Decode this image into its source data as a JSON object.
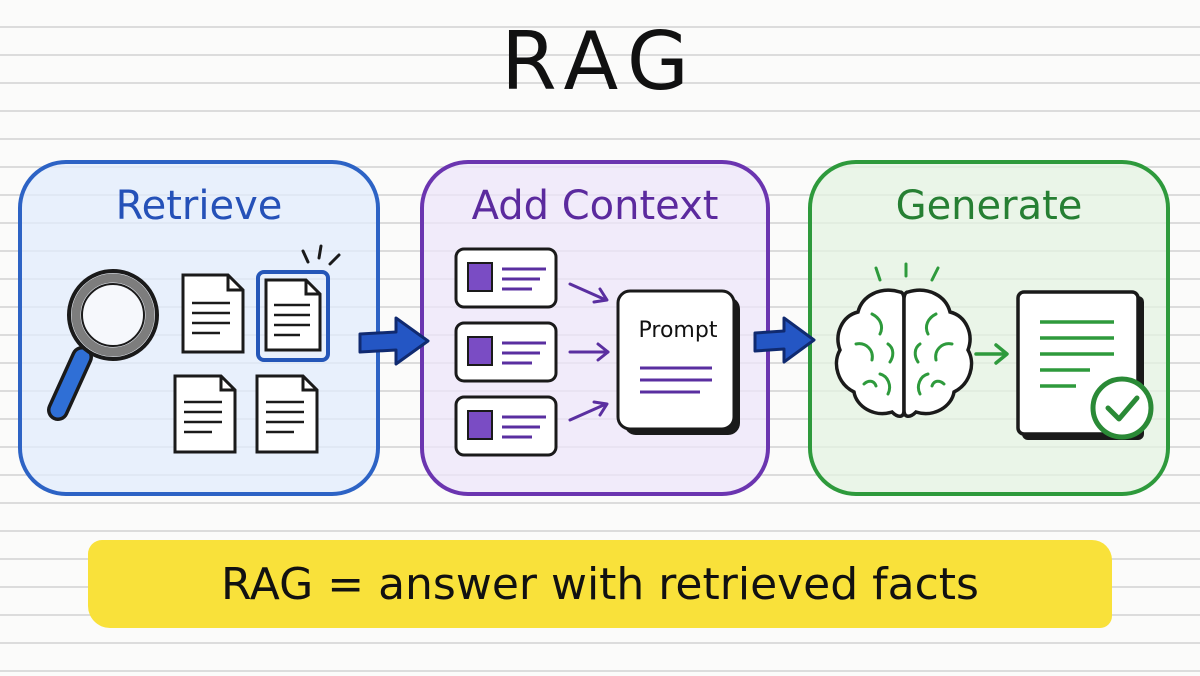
{
  "title": "RAG",
  "steps": [
    {
      "label": "Retrieve",
      "color": "#2d63c5"
    },
    {
      "label": "Add Context",
      "color": "#6b35b0"
    },
    {
      "label": "Generate",
      "color": "#2e9a3c"
    }
  ],
  "prompt_label": "Prompt",
  "summary": "RAG = answer with retrieved facts",
  "icons": [
    "magnifier-icon",
    "document-icon",
    "highlighted-document-icon",
    "context-card-icon",
    "prompt-document-icon",
    "brain-icon",
    "answer-document-icon",
    "checkmark-icon",
    "arrow-icon"
  ],
  "colors": {
    "highlight": "#f9e13a",
    "retrieve": "#2d63c5",
    "context": "#6b35b0",
    "generate": "#2e9a3c"
  }
}
